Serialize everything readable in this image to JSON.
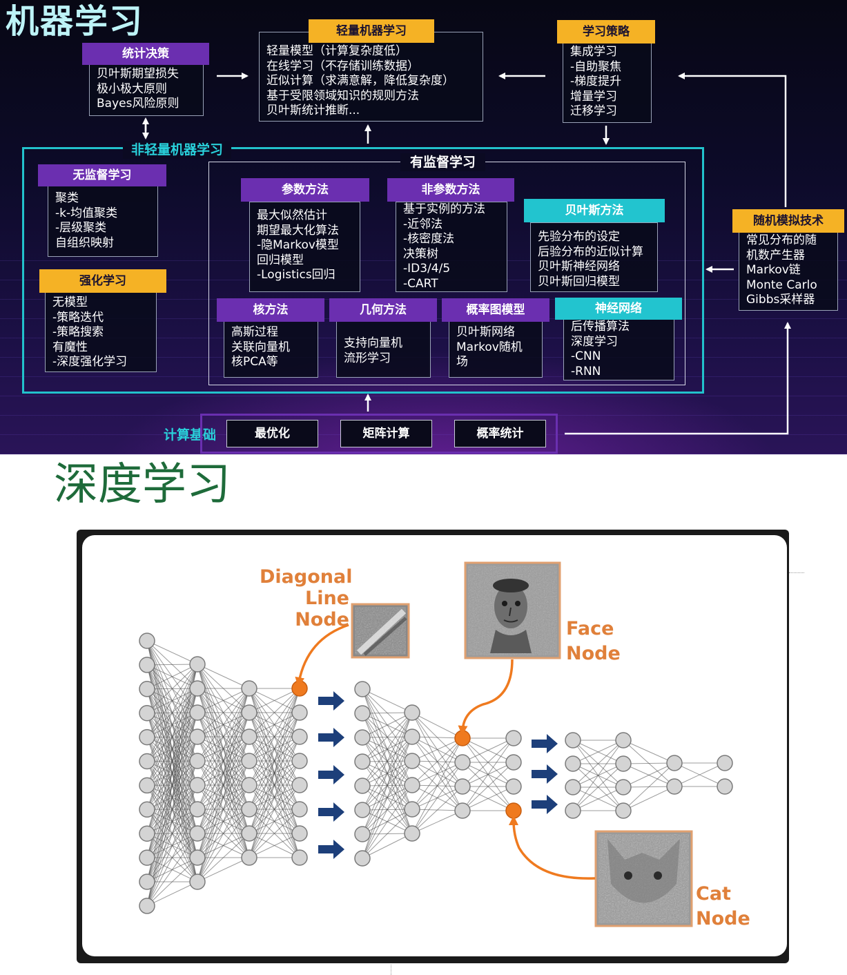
{
  "page_title": "机器学习",
  "light_ml": {
    "title": "轻量机器学习",
    "lines": [
      "轻量模型（计算复杂度低）",
      "在线学习（不存储训练数据）",
      "近似计算（求满意解，降低复杂度）",
      "基于受限领域知识的规则方法",
      "贝叶斯统计推断..."
    ]
  },
  "stat_decision": {
    "title": "统计决策",
    "lines": [
      "贝叶斯期望损失",
      "极小极大原则",
      "Bayes风险原则"
    ]
  },
  "learning_strategy": {
    "title": "学习策略",
    "lines": [
      "集成学习",
      "-自助聚焦",
      "-梯度提升",
      "增量学习",
      "迁移学习"
    ]
  },
  "nonlight_ml": {
    "title": "非轻量机器学习"
  },
  "unsupervised": {
    "title": "无监督学习",
    "lines": [
      "聚类",
      "-k-均值聚类",
      "-层级聚类",
      "自组织映射"
    ]
  },
  "reinforcement": {
    "title": "强化学习",
    "lines": [
      "无模型",
      "-策略迭代",
      "-策略搜索",
      "有魔性",
      "-深度强化学习"
    ]
  },
  "supervised": {
    "title": "有监督学习",
    "parametric": {
      "title": "参数方法",
      "lines": [
        "最大似然估计",
        "期望最大化算法",
        "-隐Markov模型",
        "回归模型",
        "-Logistics回归"
      ]
    },
    "nonparametric": {
      "title": "非参数方法",
      "lines": [
        "基于实例的方法",
        "-近邻法",
        "-核密度法",
        "决策树",
        "-ID3/4/5",
        "-CART"
      ]
    },
    "bayesian": {
      "title": "贝叶斯方法",
      "lines": [
        "先验分布的设定",
        "后验分布的近似计算",
        "贝叶斯神经网络",
        "贝叶斯回归模型"
      ]
    },
    "kernel": {
      "title": "核方法",
      "lines": [
        "高斯过程",
        "关联向量机",
        "核PCA等"
      ]
    },
    "geometric": {
      "title": "几何方法",
      "lines": [
        "支持向量机",
        "流形学习"
      ]
    },
    "pgm": {
      "title": "概率图模型",
      "lines": [
        "贝叶斯网络",
        "Markov随机",
        "场"
      ]
    },
    "neural": {
      "title": "神经网络",
      "lines": [
        "后传播算法",
        "深度学习",
        "-CNN",
        "-RNN"
      ]
    }
  },
  "random_sim": {
    "title": "随机模拟技术",
    "lines": [
      "常见分布的随",
      "机数产生器",
      "Markov链",
      "Monte Carlo",
      "Gibbs采样器"
    ]
  },
  "compute_basis": {
    "label": "计算基础",
    "items": [
      "最优化",
      "矩阵计算",
      "概率统计"
    ]
  },
  "deep_learning": {
    "title": "深度学习",
    "labels": {
      "diagonal": [
        "Diagonal",
        "Line",
        "Node"
      ],
      "face": [
        "Face",
        "Node"
      ],
      "cat": [
        "Cat",
        "Node"
      ]
    },
    "colors": {
      "node_fill": "#d4d4d4",
      "node_stroke": "#7a7a7a",
      "highlight": "#ef7a1f",
      "arrow": "#1d3f7a",
      "edge": "#4a4a4a"
    }
  }
}
